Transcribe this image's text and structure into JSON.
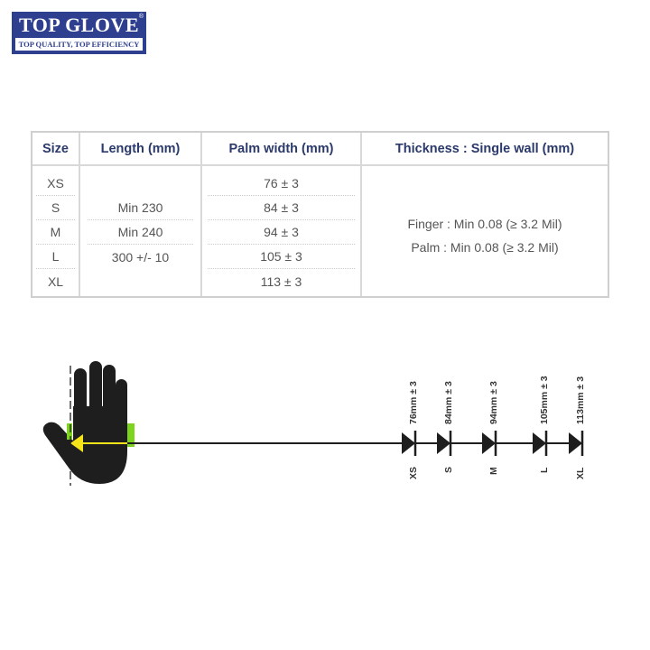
{
  "logo": {
    "brand": "TOP GLOVE",
    "registered": "®",
    "tagline": "TOP QUALITY, TOP EFFICIENCY",
    "color": "#2e3f8f"
  },
  "table": {
    "headers": {
      "size": "Size",
      "length": "Length (mm)",
      "palm_width": "Palm width (mm)",
      "thickness": "Thickness : Single wall (mm)"
    },
    "sizes": [
      "XS",
      "S",
      "M",
      "L",
      "XL"
    ],
    "length": [
      "Min 230",
      "Min 240",
      "300 +/- 10"
    ],
    "palm_widths": [
      "76 ± 3",
      "84 ± 3",
      "94 ± 3",
      "105 ± 3",
      "113 ± 3"
    ],
    "thickness": {
      "finger": "Finger : Min 0.08 (≥ 3.2 Mil)",
      "palm": "Palm : Min 0.08 (≥ 3.2 Mil)"
    }
  },
  "diagram": {
    "icon": "hand-measure-icon",
    "markers": [
      {
        "size": "XS",
        "measure": "76mm ± 3"
      },
      {
        "size": "S",
        "measure": "84mm ± 3"
      },
      {
        "size": "M",
        "measure": "94mm ± 3"
      },
      {
        "size": "L",
        "measure": "105mm ± 3"
      },
      {
        "size": "XL",
        "measure": "113mm ± 3"
      }
    ],
    "colors": {
      "hand": "#1e1e1e",
      "band": "#7ed321",
      "arrow": "#f5e41a",
      "line": "#1e1e1e"
    }
  }
}
